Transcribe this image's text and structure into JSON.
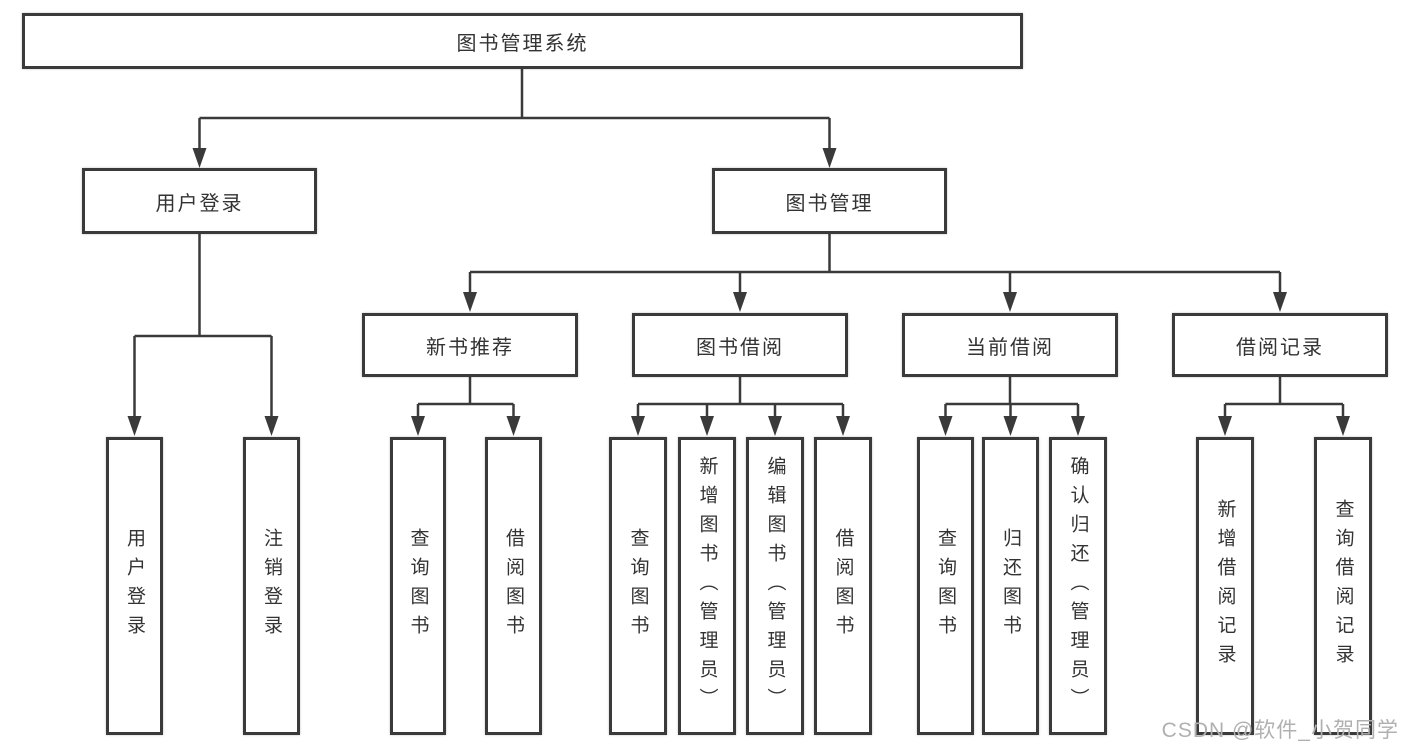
{
  "tree": {
    "label": "图书管理系统",
    "children": [
      {
        "label": "用户登录",
        "children": [
          {
            "label": "用户登录"
          },
          {
            "label": "注销登录"
          }
        ]
      },
      {
        "label": "图书管理",
        "children": [
          {
            "label": "新书推荐",
            "children": [
              {
                "label": "查询图书"
              },
              {
                "label": "借阅图书"
              }
            ]
          },
          {
            "label": "图书借阅",
            "children": [
              {
                "label": "查询图书"
              },
              {
                "label": "新增图书（管理员）"
              },
              {
                "label": "编辑图书（管理员）"
              },
              {
                "label": "借阅图书"
              }
            ]
          },
          {
            "label": "当前借阅",
            "children": [
              {
                "label": "查询图书"
              },
              {
                "label": "归还图书"
              },
              {
                "label": "确认归还（管理员）"
              }
            ]
          },
          {
            "label": "借阅记录",
            "children": [
              {
                "label": "新增借阅记录"
              },
              {
                "label": "查询借阅记录"
              }
            ]
          }
        ]
      }
    ]
  },
  "watermark": {
    "text": "CSDN @软件_小贺同学"
  },
  "colors": {
    "line": "#3a3a3a",
    "text": "#333333",
    "watermark": "#b0b0b0",
    "bg": "#ffffff"
  }
}
